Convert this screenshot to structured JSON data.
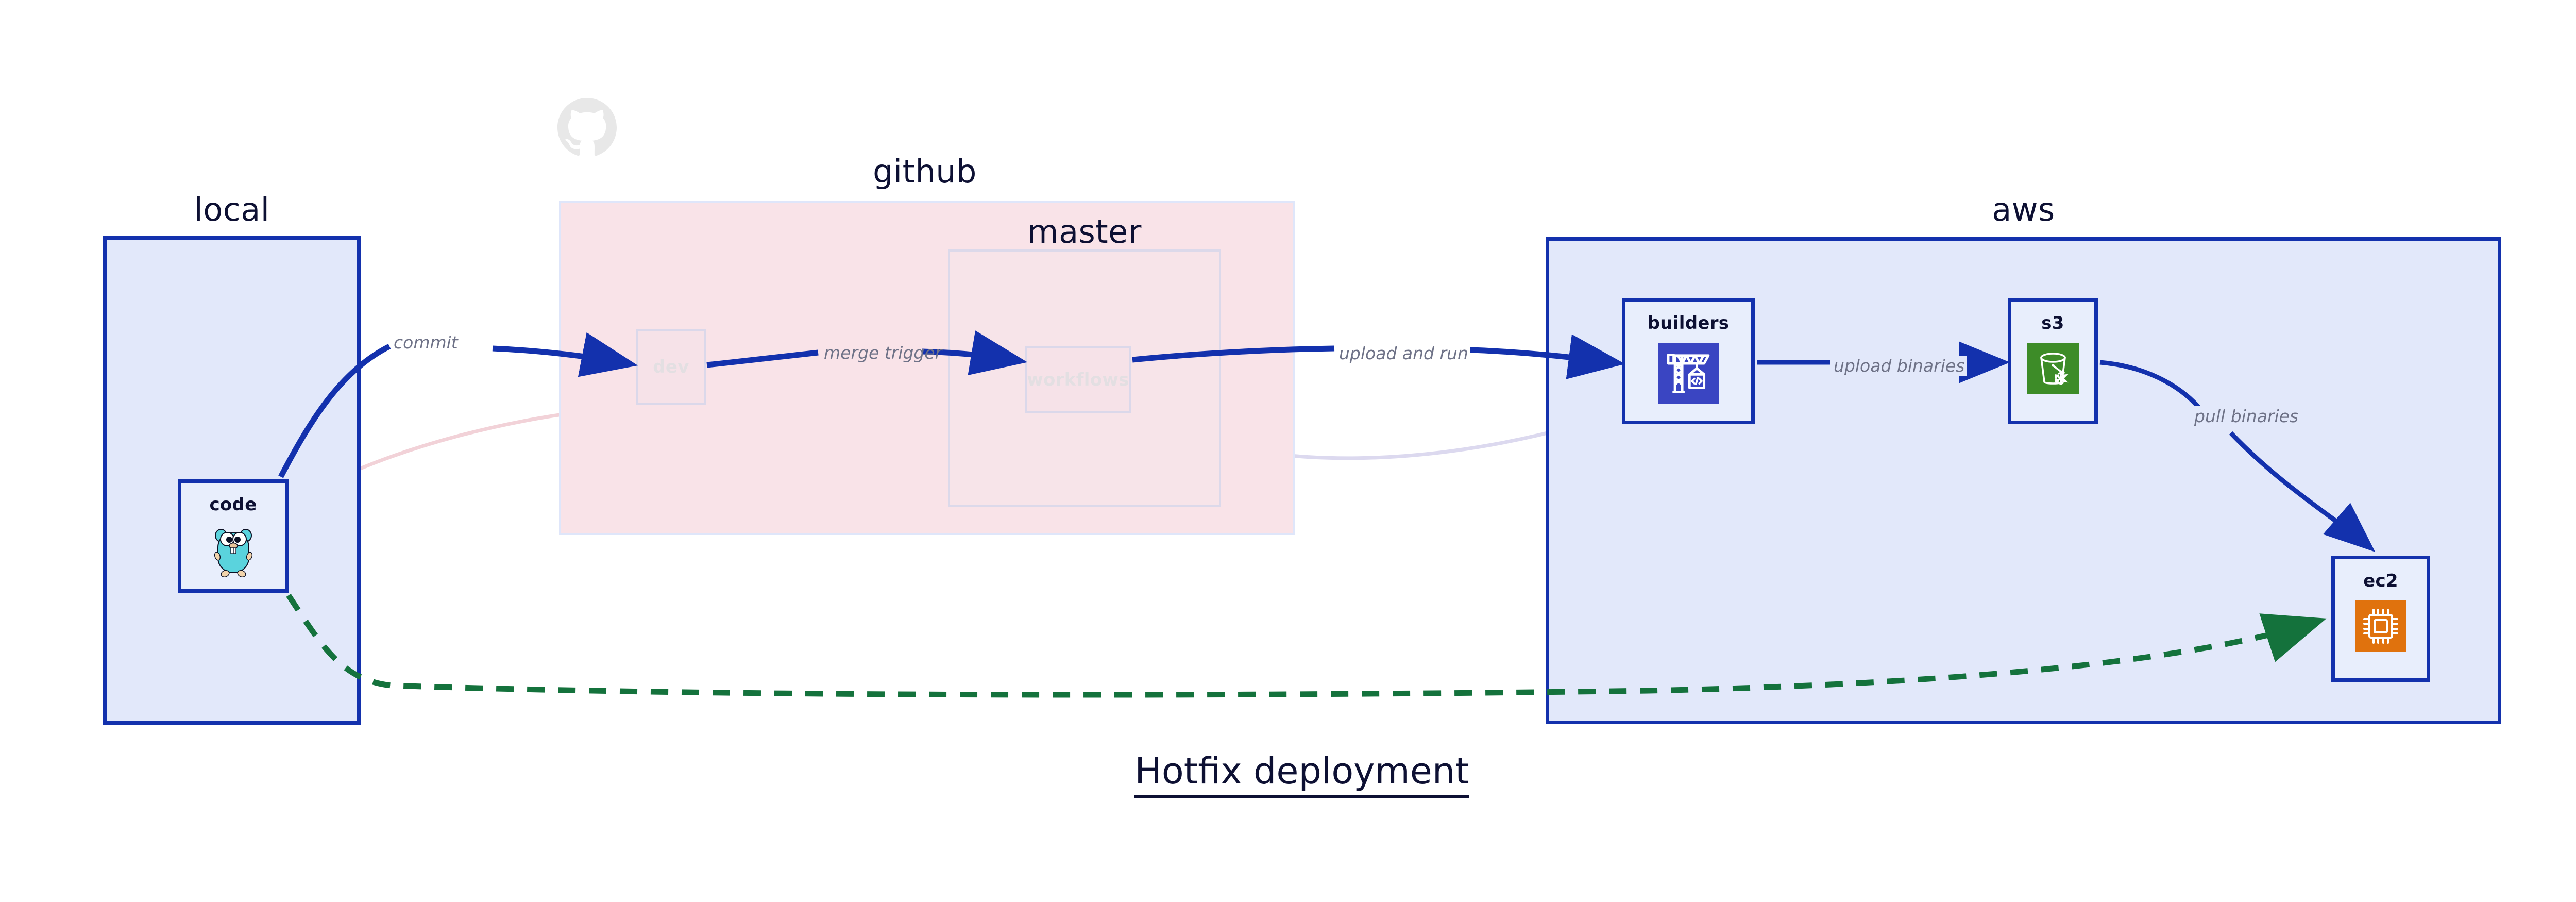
{
  "diagram": {
    "title": "Hotfix deployment",
    "type": "architecture-flow"
  },
  "clusters": [
    {
      "id": "local",
      "label": "local",
      "style": "active",
      "fill": "#e2e8fa",
      "stroke": "#1331ad"
    },
    {
      "id": "github",
      "label": "github",
      "style": "faded",
      "fill": "#f9e3e8",
      "stroke": "#dfe6fa",
      "logo_icon": "github-octocat-icon"
    },
    {
      "id": "master",
      "label": "master",
      "style": "faded",
      "fill": "#f7e4e9",
      "stroke": "#dcd9ea",
      "parent": "github"
    },
    {
      "id": "aws",
      "label": "aws",
      "style": "active",
      "fill": "#e2e8fa",
      "stroke": "#1331ad"
    }
  ],
  "nodes": [
    {
      "id": "code",
      "label": "code",
      "cluster": "local",
      "icon": "go-gopher-icon",
      "icon_color": "#5ad3dd",
      "style": "active"
    },
    {
      "id": "dev",
      "label": "dev",
      "cluster": "github",
      "icon": "none",
      "style": "faded"
    },
    {
      "id": "workflows",
      "label": "workflows",
      "cluster": "master",
      "icon": "none",
      "style": "faded"
    },
    {
      "id": "builders",
      "label": "builders",
      "cluster": "aws",
      "icon": "crane-code-icon",
      "icon_color": "#3a45c2",
      "style": "active"
    },
    {
      "id": "s3",
      "label": "s3",
      "cluster": "aws",
      "icon": "s3-bucket-glacier-icon",
      "icon_color": "#3d8c28",
      "style": "active"
    },
    {
      "id": "ec2",
      "label": "ec2",
      "cluster": "aws",
      "icon": "cpu-chip-icon",
      "icon_color": "#e0720d",
      "style": "active"
    }
  ],
  "edges": [
    {
      "id": "e-commit",
      "from": "code",
      "to": "dev",
      "label": "commit",
      "color": "#1331ad",
      "style": "solid"
    },
    {
      "id": "e-merge",
      "from": "dev",
      "to": "workflows",
      "label": "merge trigger",
      "color": "#1331ad",
      "style": "solid"
    },
    {
      "id": "e-uploadrun",
      "from": "workflows",
      "to": "builders",
      "label": "upload and run",
      "color": "#1331ad",
      "style": "solid"
    },
    {
      "id": "e-uploadbin",
      "from": "builders",
      "to": "s3",
      "label": "upload binaries",
      "color": "#1331ad",
      "style": "solid"
    },
    {
      "id": "e-pullbin",
      "from": "s3",
      "to": "ec2",
      "label": "pull binaries",
      "color": "#1331ad",
      "style": "solid"
    },
    {
      "id": "e-hotfix",
      "from": "code",
      "to": "ec2",
      "label": "",
      "color": "#14723c",
      "style": "dashed"
    },
    {
      "id": "e-faded-1",
      "from": "code",
      "to": "dev",
      "label": "",
      "color": "#f2d2d8",
      "style": "faded"
    },
    {
      "id": "e-faded-2",
      "from": "dev",
      "to": "workflows",
      "label": "",
      "color": "#dcd9ef",
      "style": "faded"
    },
    {
      "id": "e-faded-3",
      "from": "workflows",
      "to": "builders",
      "label": "",
      "color": "#dcd9ef",
      "style": "faded"
    }
  ],
  "colors": {
    "accent_blue": "#1331ad",
    "cluster_blue_fill": "#e2e8fa",
    "github_pink_fill": "#f9e3e8",
    "hotfix_green": "#14723c",
    "label_gray": "#6e7287",
    "text_navy": "#0d1033"
  }
}
